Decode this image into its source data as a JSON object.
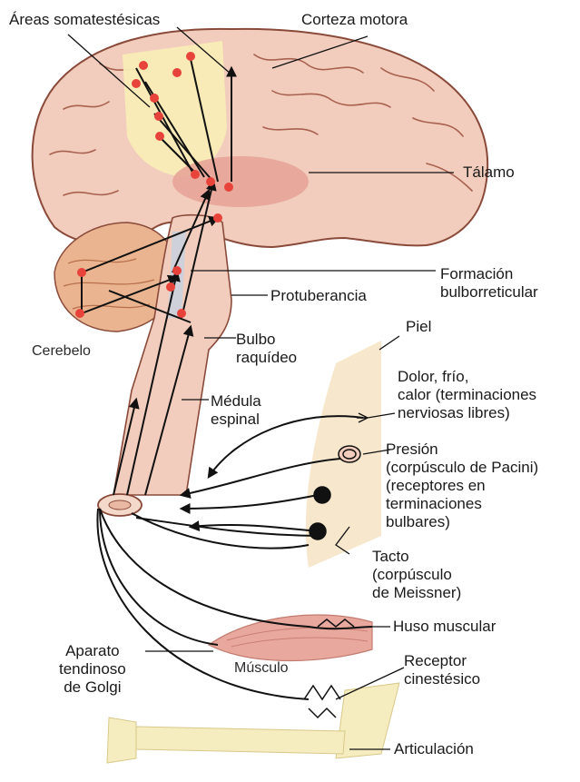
{
  "colors": {
    "brain": "#f2cdbd",
    "brain_outline": "#8a4a3a",
    "somatosensory": "#f8ecb6",
    "thalamus": "#e7a598",
    "pathway": "#111111",
    "neuron_dot": "#e8433a",
    "skin": "#f6e6c8",
    "muscle": "#e9a89e",
    "bone": "#f5ecbf"
  },
  "labels": {
    "somatosensory": "Áreas somatestésicas",
    "motor_cortex": "Corteza motora",
    "thalamus": "Tálamo",
    "reticular": [
      "Formación",
      "bulborreticular"
    ],
    "pons": "Protuberancia",
    "cerebellum": "Cerebelo",
    "medulla": [
      "Bulbo",
      "raquídeo"
    ],
    "spinal_cord": [
      "Médula",
      "espinal"
    ],
    "skin": "Piel",
    "pain": [
      "Dolor, frío,",
      "calor (terminaciones",
      "nerviosas libres)"
    ],
    "pressure": [
      "Presión",
      "(corpúsculo de Pacini)",
      "(receptores en",
      "terminaciones",
      "bulbares)"
    ],
    "touch": [
      "Tacto",
      "(corpúsculo",
      "de Meissner)"
    ],
    "spindle": "Huso muscular",
    "golgi": [
      "Aparato",
      "tendinoso",
      "de Golgi"
    ],
    "muscle": "Músculo",
    "kinesthetic": [
      "Receptor",
      "cinestésico"
    ],
    "joint": "Articulación"
  }
}
